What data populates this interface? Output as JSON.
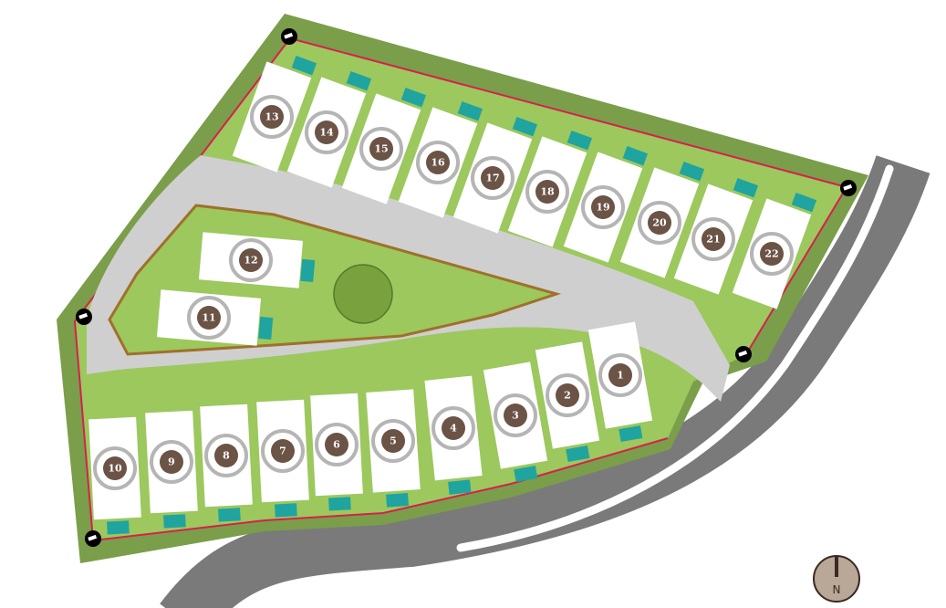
{
  "map": {
    "plots": [
      "1",
      "2",
      "3",
      "4",
      "5",
      "6",
      "7",
      "8",
      "9",
      "10",
      "11",
      "12",
      "13",
      "14",
      "15",
      "16",
      "17",
      "18",
      "19",
      "20",
      "21",
      "22"
    ],
    "cameras": [
      "camera-north-west",
      "camera-north-east",
      "camera-entrance",
      "camera-west",
      "camera-south-west"
    ],
    "compass_label": "N",
    "colors": {
      "outer_green": "#7a9e4a",
      "lawn_green": "#9cc85e",
      "boundary": "#d6204f",
      "road": "#7a7a7a",
      "internal_road": "#cfcfcf",
      "pool": "#1fa4a0",
      "badge": "#6b5346",
      "compass": "#b9a898"
    }
  }
}
